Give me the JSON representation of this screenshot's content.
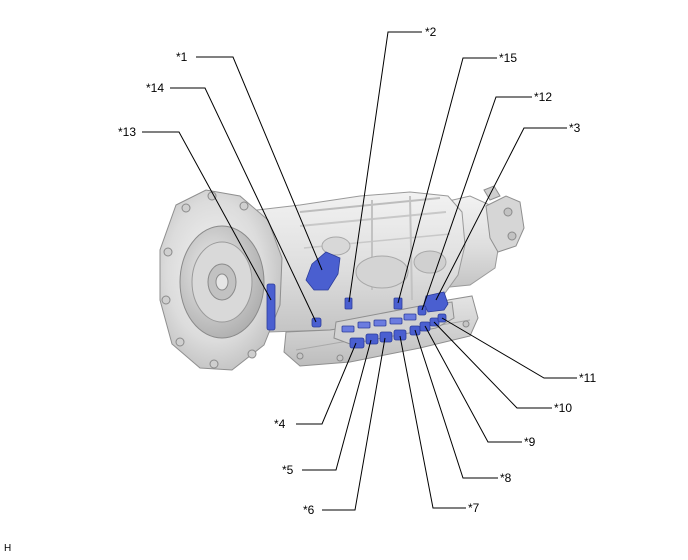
{
  "diagram": {
    "subject": "automatic-transmission",
    "figure_code": "H",
    "highlight_color": "#4a5fd0",
    "callouts": [
      {
        "label": "*1"
      },
      {
        "label": "*2"
      },
      {
        "label": "*3"
      },
      {
        "label": "*4"
      },
      {
        "label": "*5"
      },
      {
        "label": "*6"
      },
      {
        "label": "*7"
      },
      {
        "label": "*8"
      },
      {
        "label": "*9"
      },
      {
        "label": "*10"
      },
      {
        "label": "*11"
      },
      {
        "label": "*12"
      },
      {
        "label": "*13"
      },
      {
        "label": "*14"
      },
      {
        "label": "*15"
      }
    ]
  }
}
